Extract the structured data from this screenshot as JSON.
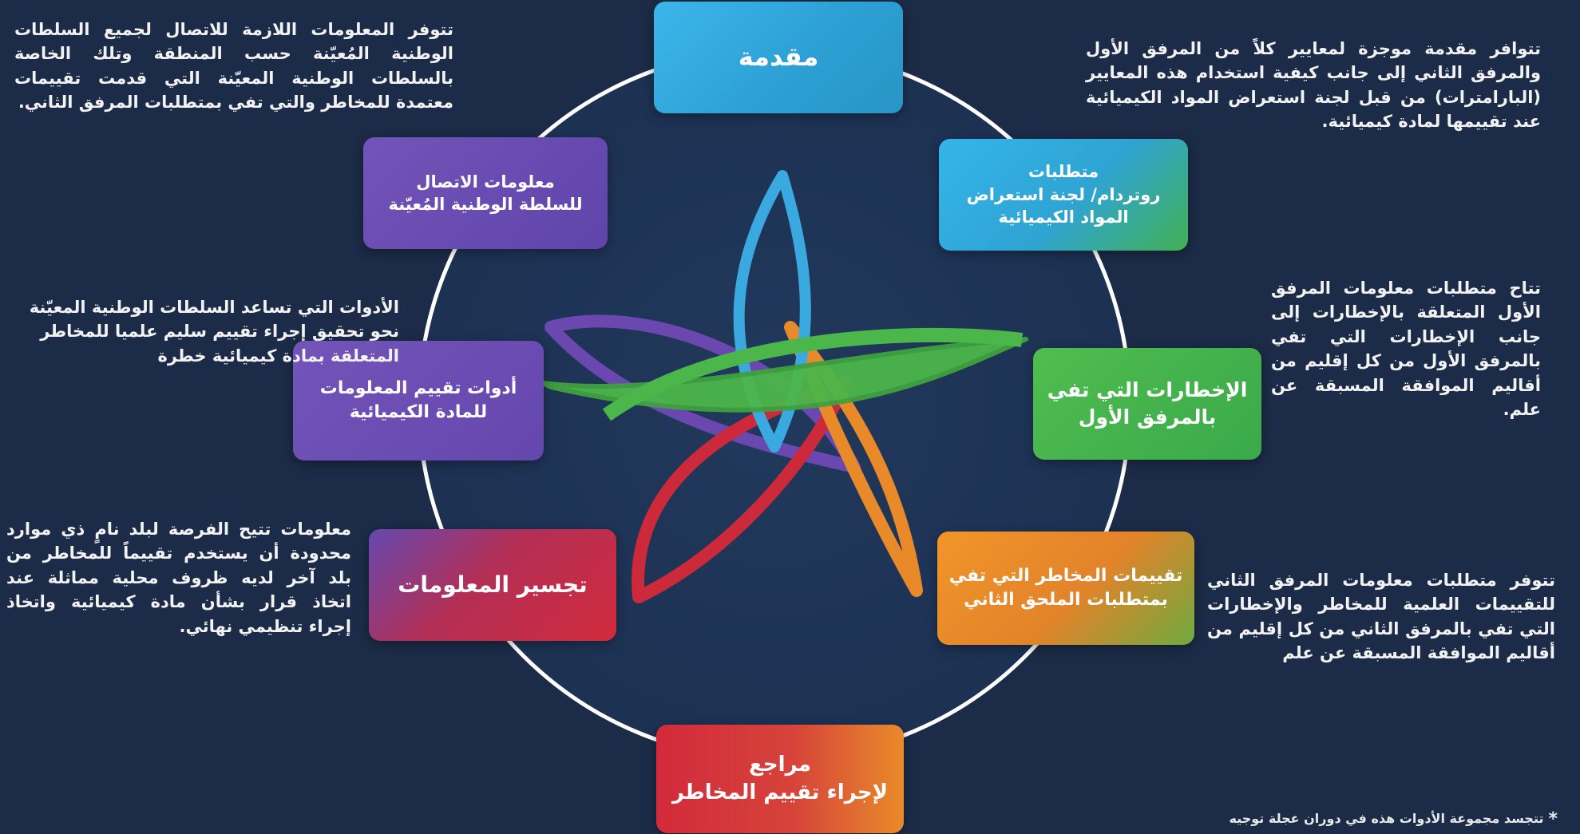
{
  "colors": {
    "background": "#1c2b47",
    "wheel_fill": "#1f3556",
    "wheel_ring": "#ffffff",
    "blue": "#33aee6",
    "green": "#4bb64a",
    "purple": "#6a48b0",
    "orange": "#e98a2a",
    "red": "#d12a3c"
  },
  "nodes": {
    "intro": "مقدمة",
    "rotterdam": "متطلبات\nروتردام/ لجنة استعراض\nالمواد الكيميائية",
    "annex1": "الإخطارات التي تفي\nبالمرفق الأول",
    "annex2": "تقييمات المخاطر التي تفي\nبمتطلبات الملحق الثاني",
    "references": "مراجع\nلإجراء تقييم المخاطر",
    "bridging": "تجسير المعلومات",
    "tools": "أدوات تقييم المعلومات\nللمادة الكيميائية",
    "contacts": "معلومات الاتصال\nللسلطة الوطنية المُعيّنة"
  },
  "descriptions": {
    "top_left": "تتوفر المعلومات اللازمة للاتصال لجميع السلطات الوطنية المُعيّنة حسب المنطقة وتلك الخاصة بالسلطات الوطنية المعيّنة التي قدمت تقييمات معتمدة للمخاطر والتي تفي بمتطلبات المرفق الثاني.",
    "top_right": "تتوافر مقدمة موجزة لمعايير كلاً من المرفق الأول والمرفق الثاني إلى جانب كيفية استخدام هذه المعايير (البارامترات) من قبل لجنة استعراض المواد الكيميائية عند تقييمها لمادة كيميائية.",
    "middle_left": "الأدوات التي تساعد السلطات الوطنية المعيّنة نحو تحقيق إجراء تقييم سليم علميا للمخاطر المتعلقة بمادة كيميائية خطرة",
    "middle_right": "تتاح متطلبات معلومات المرفق الأول المتعلقة بالإخطارات إلى جانب الإخطارات التي تفي بالمرفق الأول من كل إقليم من أقاليم الموافقة المسبقة عن علم.",
    "bottom_left": "معلومات تتيح الفرصة لبلد نامٍ ذي موارد محدودة أن يستخدم تقييماً للمخاطر من بلد آخر لديه ظروف محلية مماثلة عند اتخاذ قرار بشأن مادة كيميائية واتخاذ إجراء تنظيمي نهائي.",
    "bottom_right": "تتوفر متطلبات معلومات المرفق الثاني للتقييمات العلمية للمخاطر والإخطارات التي تفي بالمرفق الثاني من كل إقليم من أقاليم الموافقة المسبقة عن علم"
  },
  "footnote": {
    "star": "*",
    "text": "تتجسد مجموعة الأدوات هذه في دوران عجلة توجيه"
  }
}
